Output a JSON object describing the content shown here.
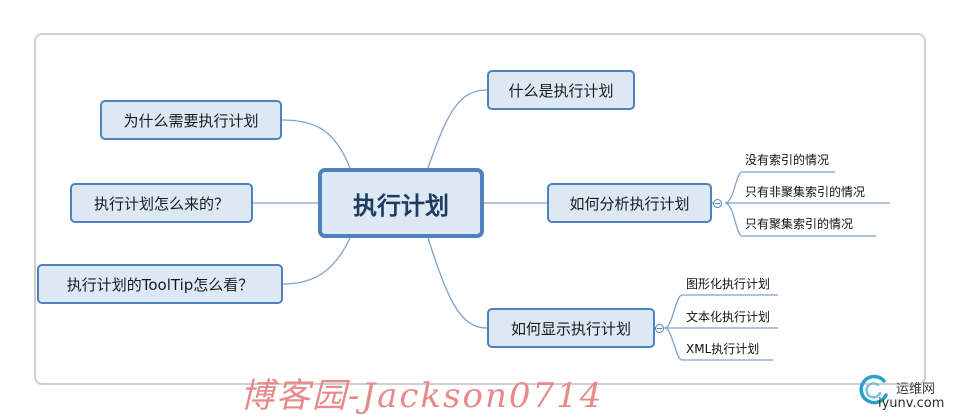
{
  "central": {
    "label": "执行计划"
  },
  "left_topics": [
    {
      "label": "为什么需要执行计划"
    },
    {
      "label": "执行计划怎么来的？"
    },
    {
      "label": "执行计划的ToolTip怎么看？"
    }
  ],
  "right_topics": [
    {
      "label": "什么是执行计划",
      "children": []
    },
    {
      "label": "如何分析执行计划",
      "children": [
        "没有索引的情况",
        "只有非聚集索引的情况",
        "只有聚集索引的情况"
      ]
    },
    {
      "label": "如何显示执行计划",
      "children": [
        "图形化执行计划",
        "文本化执行计划",
        "XML执行计划"
      ]
    }
  ],
  "watermark": "博客园-Jackson0714",
  "site_logo": {
    "name": "运维网",
    "domain": "iyunv.com"
  },
  "colors": {
    "node_fill": "#dde8f5",
    "node_border": "#4f81bd",
    "connector": "#7da2cc",
    "watermark": "#e88a8a"
  }
}
